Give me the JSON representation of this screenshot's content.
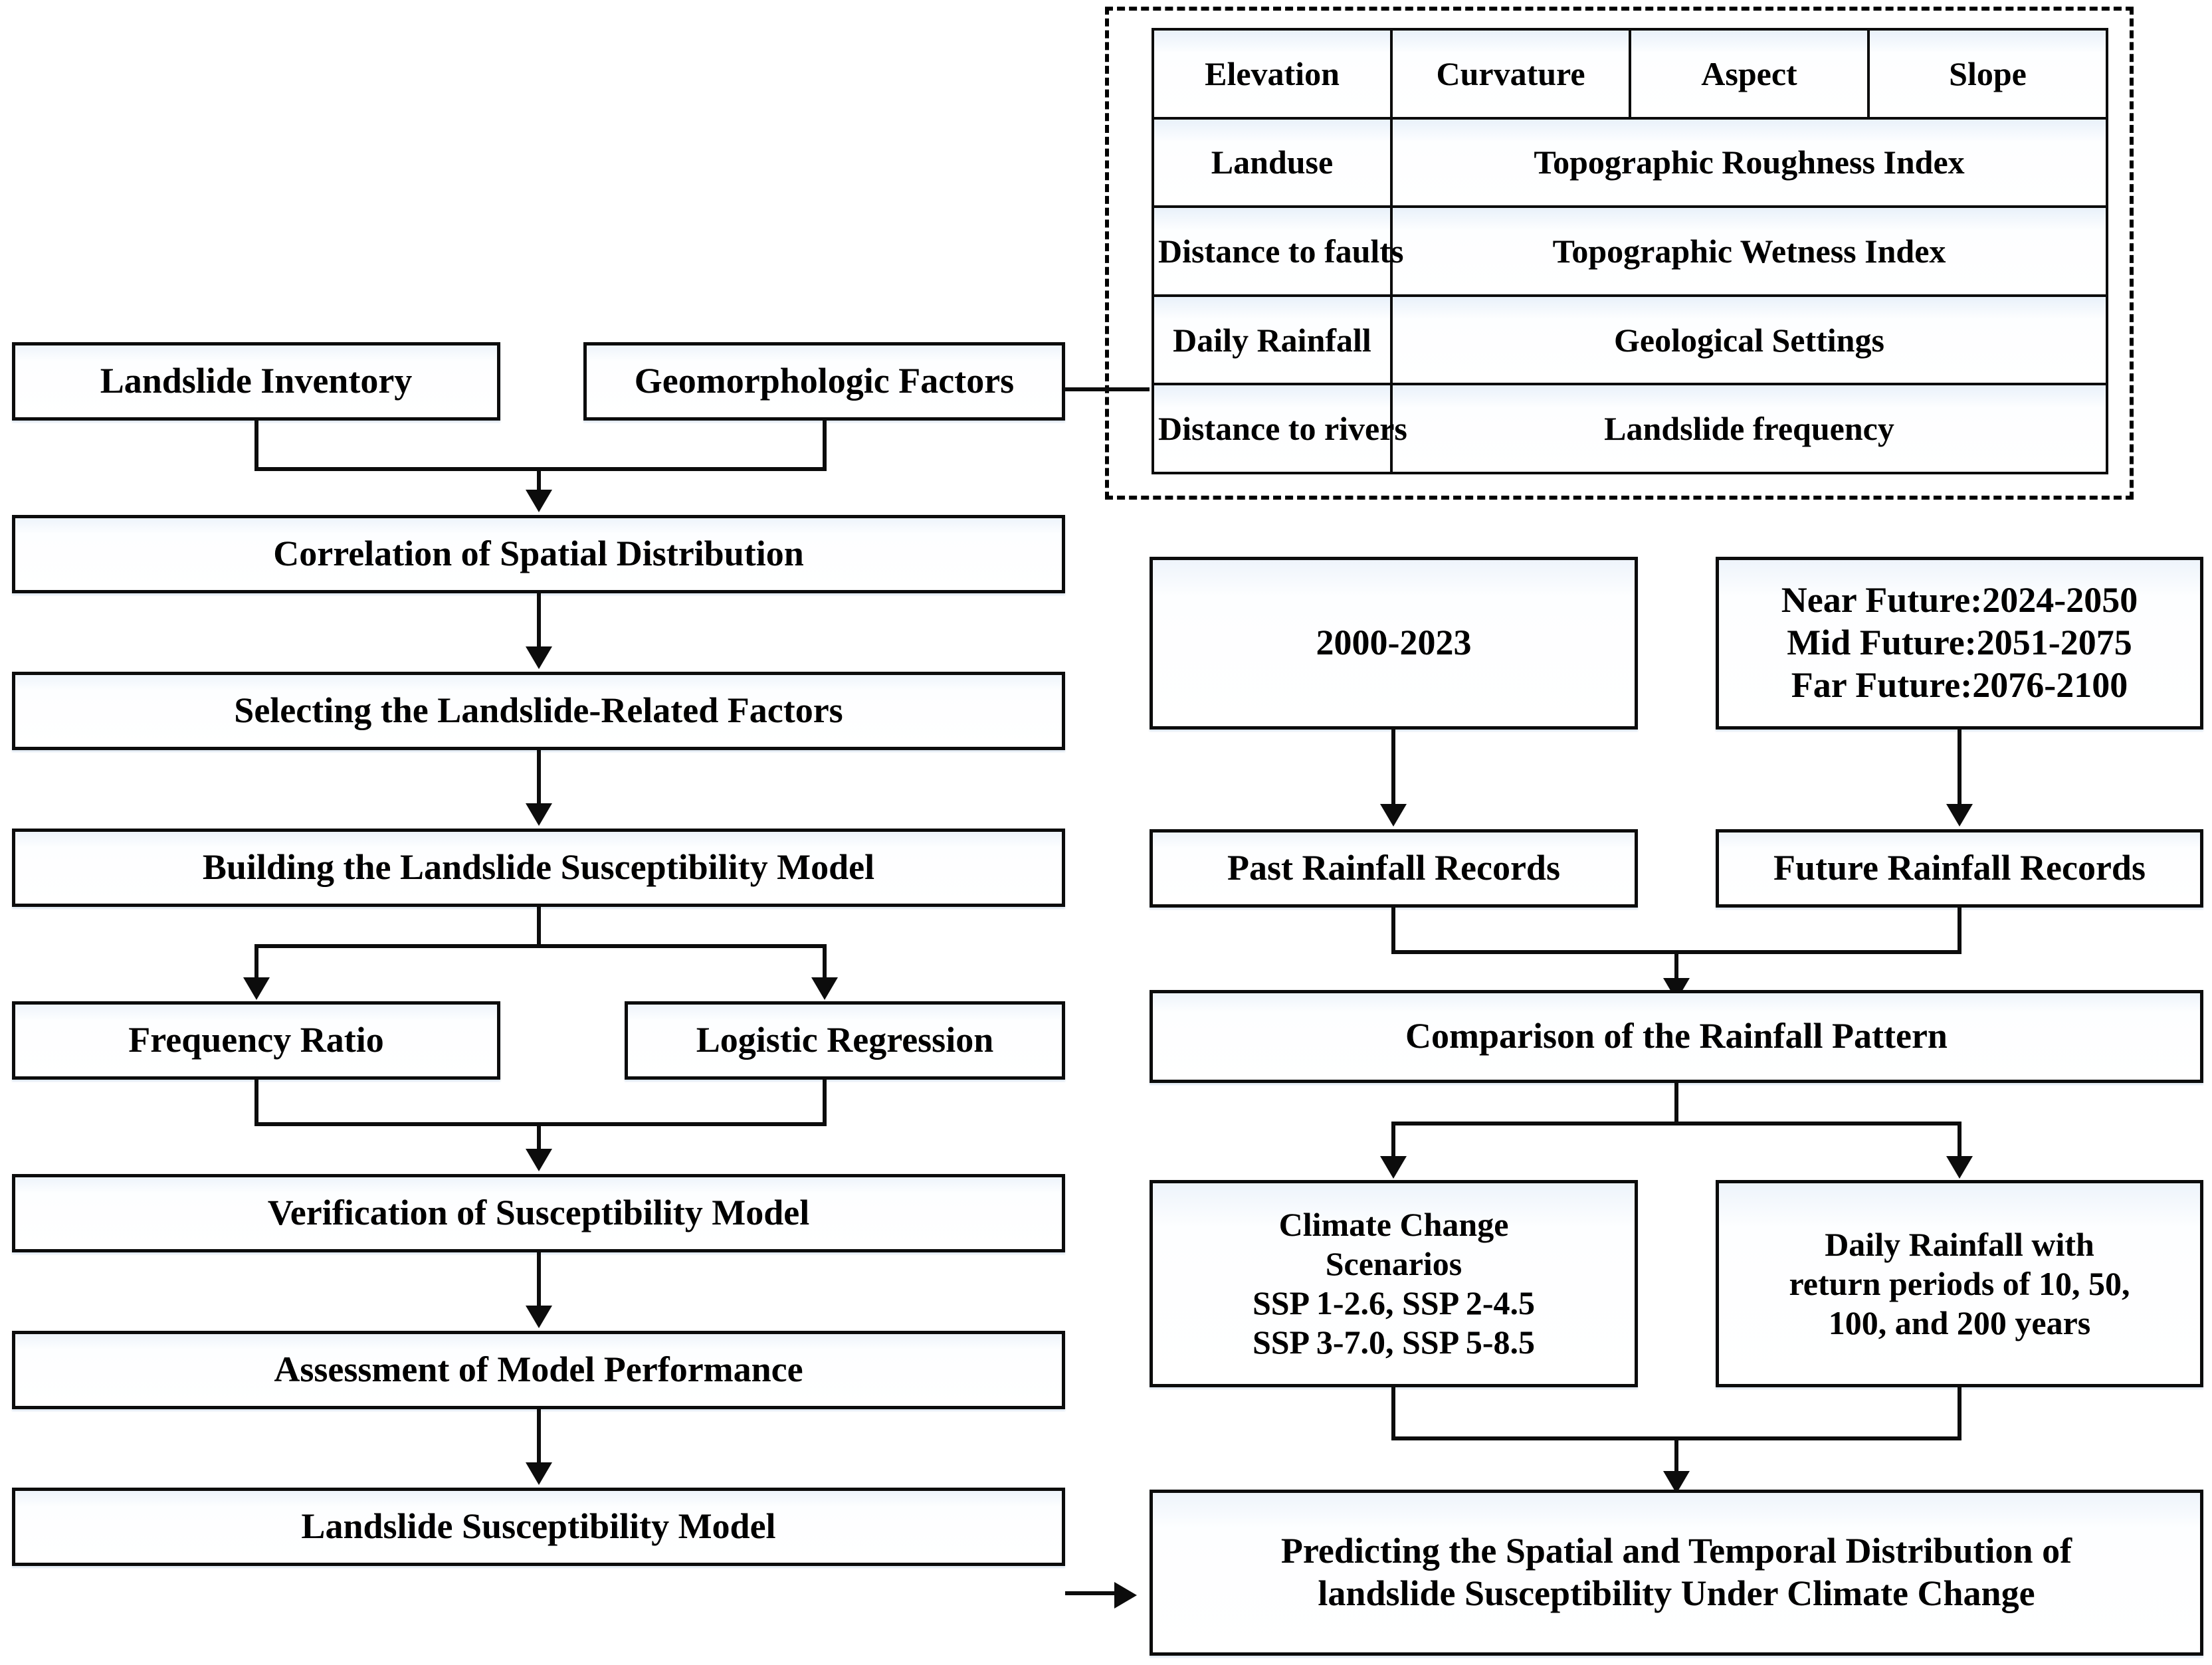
{
  "diagram": {
    "title": "Landslide Susceptibility Under Climate Change Methodology Flowchart",
    "accent_color": "#0c0c0c",
    "box_fill": "#ffffff",
    "box_tint": "#eef4fb"
  },
  "factor_panel": {
    "border_style": "dashed",
    "rows": [
      {
        "cells": [
          {
            "label": "Elevation"
          },
          {
            "label": "Curvature"
          },
          {
            "label": "Aspect"
          },
          {
            "label": "Slope"
          }
        ]
      },
      {
        "cells": [
          {
            "label": "Landuse"
          },
          {
            "label": "Topographic Roughness Index"
          }
        ]
      },
      {
        "cells": [
          {
            "label": "Distance to faults"
          },
          {
            "label": "Topographic Wetness Index"
          }
        ]
      },
      {
        "cells": [
          {
            "label": "Daily Rainfall"
          },
          {
            "label": "Geological Settings"
          }
        ]
      },
      {
        "cells": [
          {
            "label": "Distance to rivers"
          },
          {
            "label": "Landslide frequency"
          }
        ]
      }
    ]
  },
  "left_flow": {
    "inventory": "Landslide Inventory",
    "geomorphologic": "Geomorphologic Factors",
    "correlation": "Correlation of Spatial Distribution",
    "selecting": "Selecting the Landslide-Related Factors",
    "building": "Building the Landslide Susceptibility Model",
    "frequency_ratio": "Frequency Ratio",
    "logistic_regression": "Logistic Regression",
    "verification": "Verification of Susceptibility Model",
    "assessment": "Assessment of Model Performance",
    "susceptibility_model": "Landslide Susceptibility Model"
  },
  "right_flow": {
    "past_period": "2000-2023",
    "future_periods_line1": "Near Future:2024-2050",
    "future_periods_line2": "Mid Future:2051-2075",
    "future_periods_line3": "Far Future:2076-2100",
    "past_records": "Past Rainfall Records",
    "future_records": "Future Rainfall Records",
    "comparison": "Comparison of the Rainfall Pattern",
    "climate_scenarios_line1": "Climate Change",
    "climate_scenarios_line2": "Scenarios",
    "climate_scenarios_line3": "SSP 1-2.6, SSP 2-4.5",
    "climate_scenarios_line4": "SSP 3-7.0, SSP 5-8.5",
    "daily_rainfall_line1": "Daily Rainfall with",
    "daily_rainfall_line2": "return periods of 10, 50,",
    "daily_rainfall_line3": "100, and 200 years",
    "prediction_line1": "Predicting the Spatial and Temporal Distribution of",
    "prediction_line2": "landslide Susceptibility Under Climate Change"
  }
}
